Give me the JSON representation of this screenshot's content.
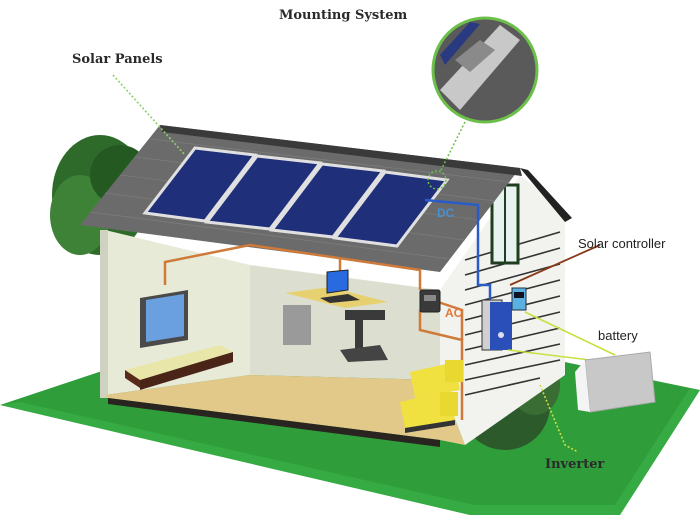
{
  "diagram": {
    "title": "Mounting System",
    "labels": {
      "mounting_system": "Mounting System",
      "solar_panels": "Solar Panels",
      "solar_controller": "Solar controller",
      "battery": "battery",
      "inverter": "Inverter",
      "dc": "DC",
      "ac": "AC"
    },
    "components": [
      {
        "id": "solar-panels",
        "label": "Solar Panels",
        "count": 4
      },
      {
        "id": "mounting-system",
        "label": "Mounting System"
      },
      {
        "id": "solar-controller",
        "label": "Solar controller"
      },
      {
        "id": "battery",
        "label": "battery"
      },
      {
        "id": "inverter",
        "label": "Inverter"
      }
    ],
    "connections": [
      {
        "from": "solar-panels",
        "to": "solar-controller",
        "type": "DC"
      },
      {
        "from": "inverter",
        "to": "house-appliances",
        "type": "AC"
      }
    ],
    "colors": {
      "grass": "#2f9e3a",
      "roof": "#6b6b6b",
      "panel": "#1f2f7a",
      "dc_wire": "#2a5cc8",
      "ac_wire": "#d07a3a",
      "leader_line": "#8fd06a",
      "wall": "#e8ead8",
      "floor": "#e2c98a",
      "sofa": "#f0e040"
    }
  }
}
